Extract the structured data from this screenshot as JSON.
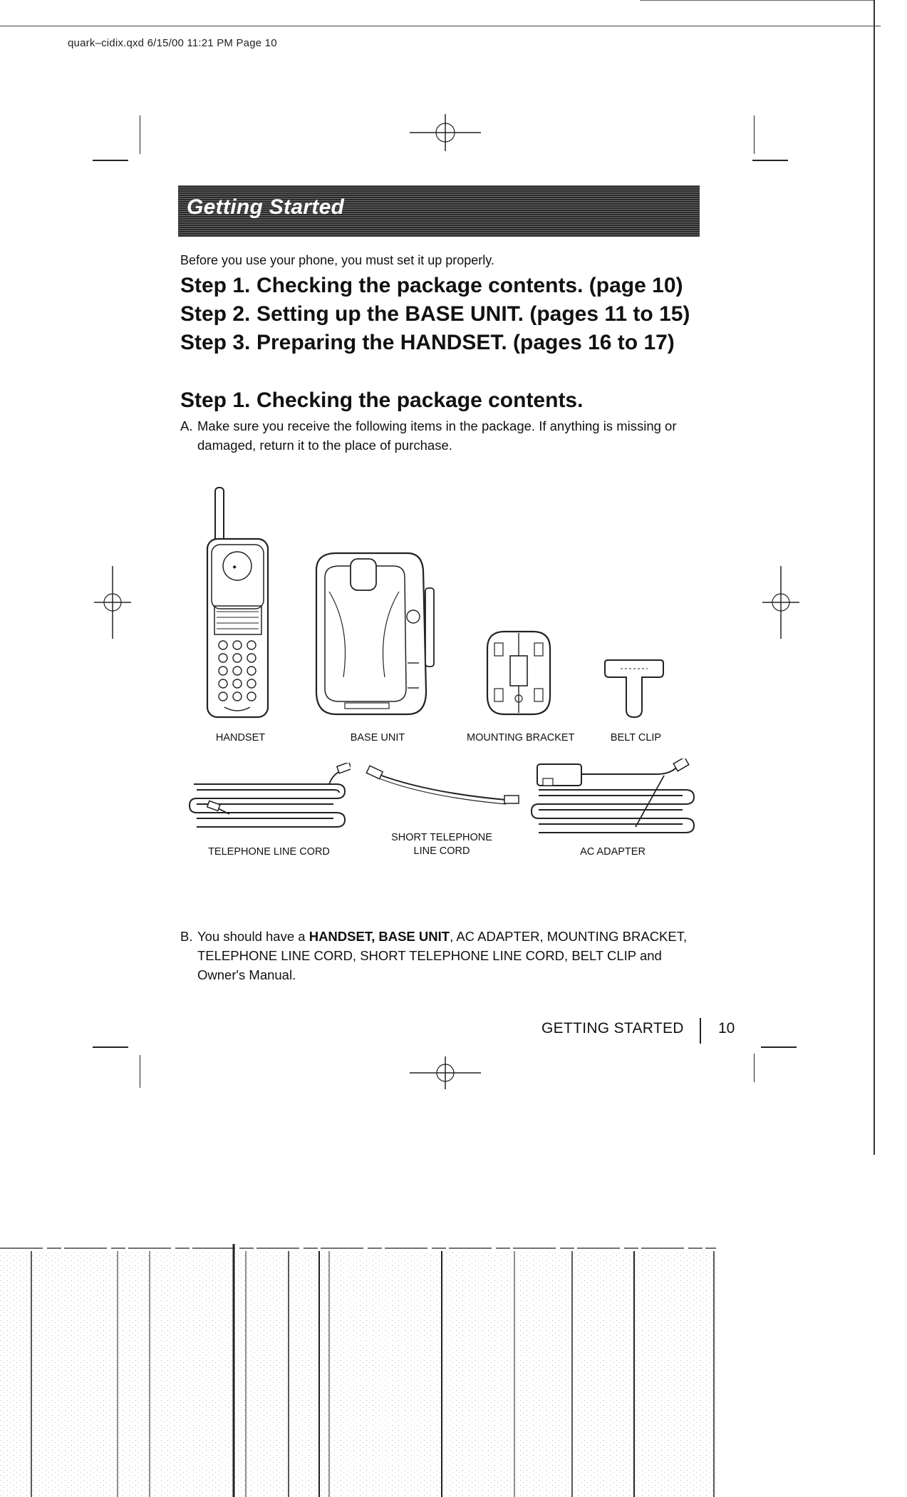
{
  "header": {
    "slug": "quark–cidix.qxd  6/15/00  11:21 PM  Page 10"
  },
  "banner": {
    "title": "Getting Started"
  },
  "intro": "Before you use your phone, you must set it up properly.",
  "steps_summary": [
    {
      "num": "Step 1.",
      "text": "Checking the package contents. (page 10)"
    },
    {
      "num": "Step 2.",
      "text": "Setting up the BASE UNIT. (pages 11 to 15)"
    },
    {
      "num": "Step 3.",
      "text": "Preparing the HANDSET. (pages 16 to 17)"
    }
  ],
  "section": {
    "num": "Step 1.",
    "title": "Checking the package contents."
  },
  "para_a": {
    "label": "A.",
    "line1": "Make sure you receive the following items in the package.  If anything is missing or",
    "line2": "damaged, return it to the place of purchase."
  },
  "items": {
    "handset": "HANDSET",
    "base_unit": "BASE UNIT",
    "mounting_bracket": "MOUNTING BRACKET",
    "belt_clip": "BELT CLIP",
    "telephone_line_cord": "TELEPHONE LINE CORD",
    "short_cord_line1": "SHORT TELEPHONE",
    "short_cord_line2": "LINE CORD",
    "ac_adapter": "AC ADAPTER"
  },
  "para_b": {
    "label": "B.",
    "seg1": "You should have a ",
    "bold1": "HANDSET, BASE UNIT",
    "seg2": ", AC ADAPTER, MOUNTING BRACKET,",
    "line2": "TELEPHONE LINE CORD, SHORT TELEPHONE LINE CORD, BELT CLIP and",
    "line3": "Owner's Manual."
  },
  "footer": {
    "section": "GETTING STARTED",
    "page": "10"
  },
  "colors": {
    "ink": "#111111",
    "banner_dark": "#2a2a2a",
    "banner_light": "#6a6a6a"
  }
}
